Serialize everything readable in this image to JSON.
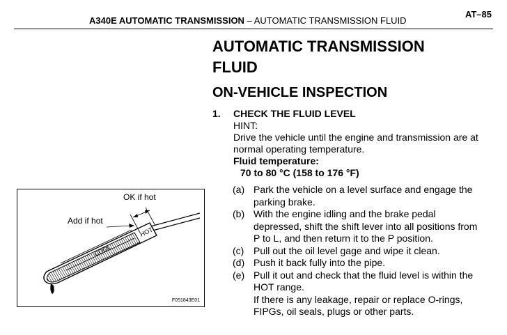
{
  "header": {
    "title_bold": "A340E AUTOMATIC TRANSMISSION",
    "separator": "–",
    "title_regular": "AUTOMATIC TRANSMISSION FLUID",
    "page_number": "AT–85"
  },
  "heading": {
    "line1": "AUTOMATIC TRANSMISSION",
    "line2": "FLUID"
  },
  "subheading": "ON-VEHICLE INSPECTION",
  "step": {
    "number": "1.",
    "title": "CHECK THE FLUID LEVEL",
    "hint": "HINT:",
    "hint_text_1": "Drive the vehicle until the engine and transmission are at",
    "hint_text_2": "normal operating temperature.",
    "fluid_temp_label": "Fluid temperature:",
    "fluid_temp_value": "70 to 80 °C (158 to 176 °F)"
  },
  "substeps": [
    {
      "label": "(a)",
      "lines": [
        "Park the vehicle on a level surface and engage the",
        "parking brake."
      ]
    },
    {
      "label": "(b)",
      "lines": [
        "With the engine idling and the brake pedal",
        "depressed, shift the shift lever into all positions from",
        "P to L, and then return it to the P position."
      ]
    },
    {
      "label": "(c)",
      "lines": [
        "Pull out the oil level gage and wipe it clean."
      ]
    },
    {
      "label": "(d)",
      "lines": [
        "Push it back fully into the pipe."
      ]
    },
    {
      "label": "(e)",
      "lines": [
        "Pull it out and check that the fluid level is within the",
        "HOT range."
      ]
    }
  ],
  "note_lines": [
    "If there is any leakage, repair or replace O-rings,",
    "FIPGs, oil seals, plugs or other parts."
  ],
  "figure": {
    "label_ok": "OK if hot",
    "label_add": "Add if hot",
    "gauge_text_cool": "COOL",
    "gauge_text_hot": "HOT",
    "figure_id": "F051843E01"
  }
}
